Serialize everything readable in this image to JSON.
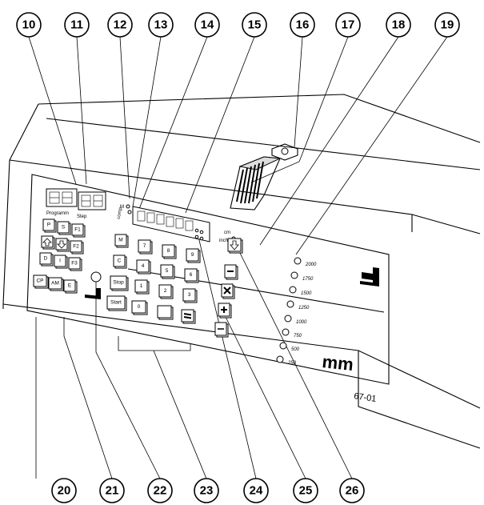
{
  "callouts_top": [
    "10",
    "11",
    "12",
    "13",
    "14",
    "15",
    "16",
    "17",
    "18",
    "19"
  ],
  "callouts_bottom": [
    "20",
    "21",
    "22",
    "23",
    "24",
    "25",
    "26"
  ],
  "display_labels": {
    "programm": "Programm",
    "step": "Step"
  },
  "indicator_labels": {
    "m": "M",
    "comp": "comp"
  },
  "unit_labels": {
    "cm": "cm",
    "inch": "inch"
  },
  "keys": {
    "p": "P",
    "s": "S",
    "f1": "F1",
    "f2": "F2",
    "d": "D",
    "i": "I",
    "f3": "F3",
    "cp": "CP",
    "am": "AM",
    "e": "E",
    "m": "M",
    "c": "C",
    "stop": "Stop",
    "start": "Start",
    "n7": "7",
    "n8": "8",
    "n9": "9",
    "n4": "4",
    "n5": "5",
    "n6": "6",
    "n1": "1",
    "n2": "2",
    "n3": "3",
    "n0": "0"
  },
  "speed_scale": [
    "2000",
    "1750",
    "1500",
    "1250",
    "1000",
    "750",
    "500",
    "250"
  ],
  "unit_symbol": "mm",
  "figure_id": "67-01"
}
